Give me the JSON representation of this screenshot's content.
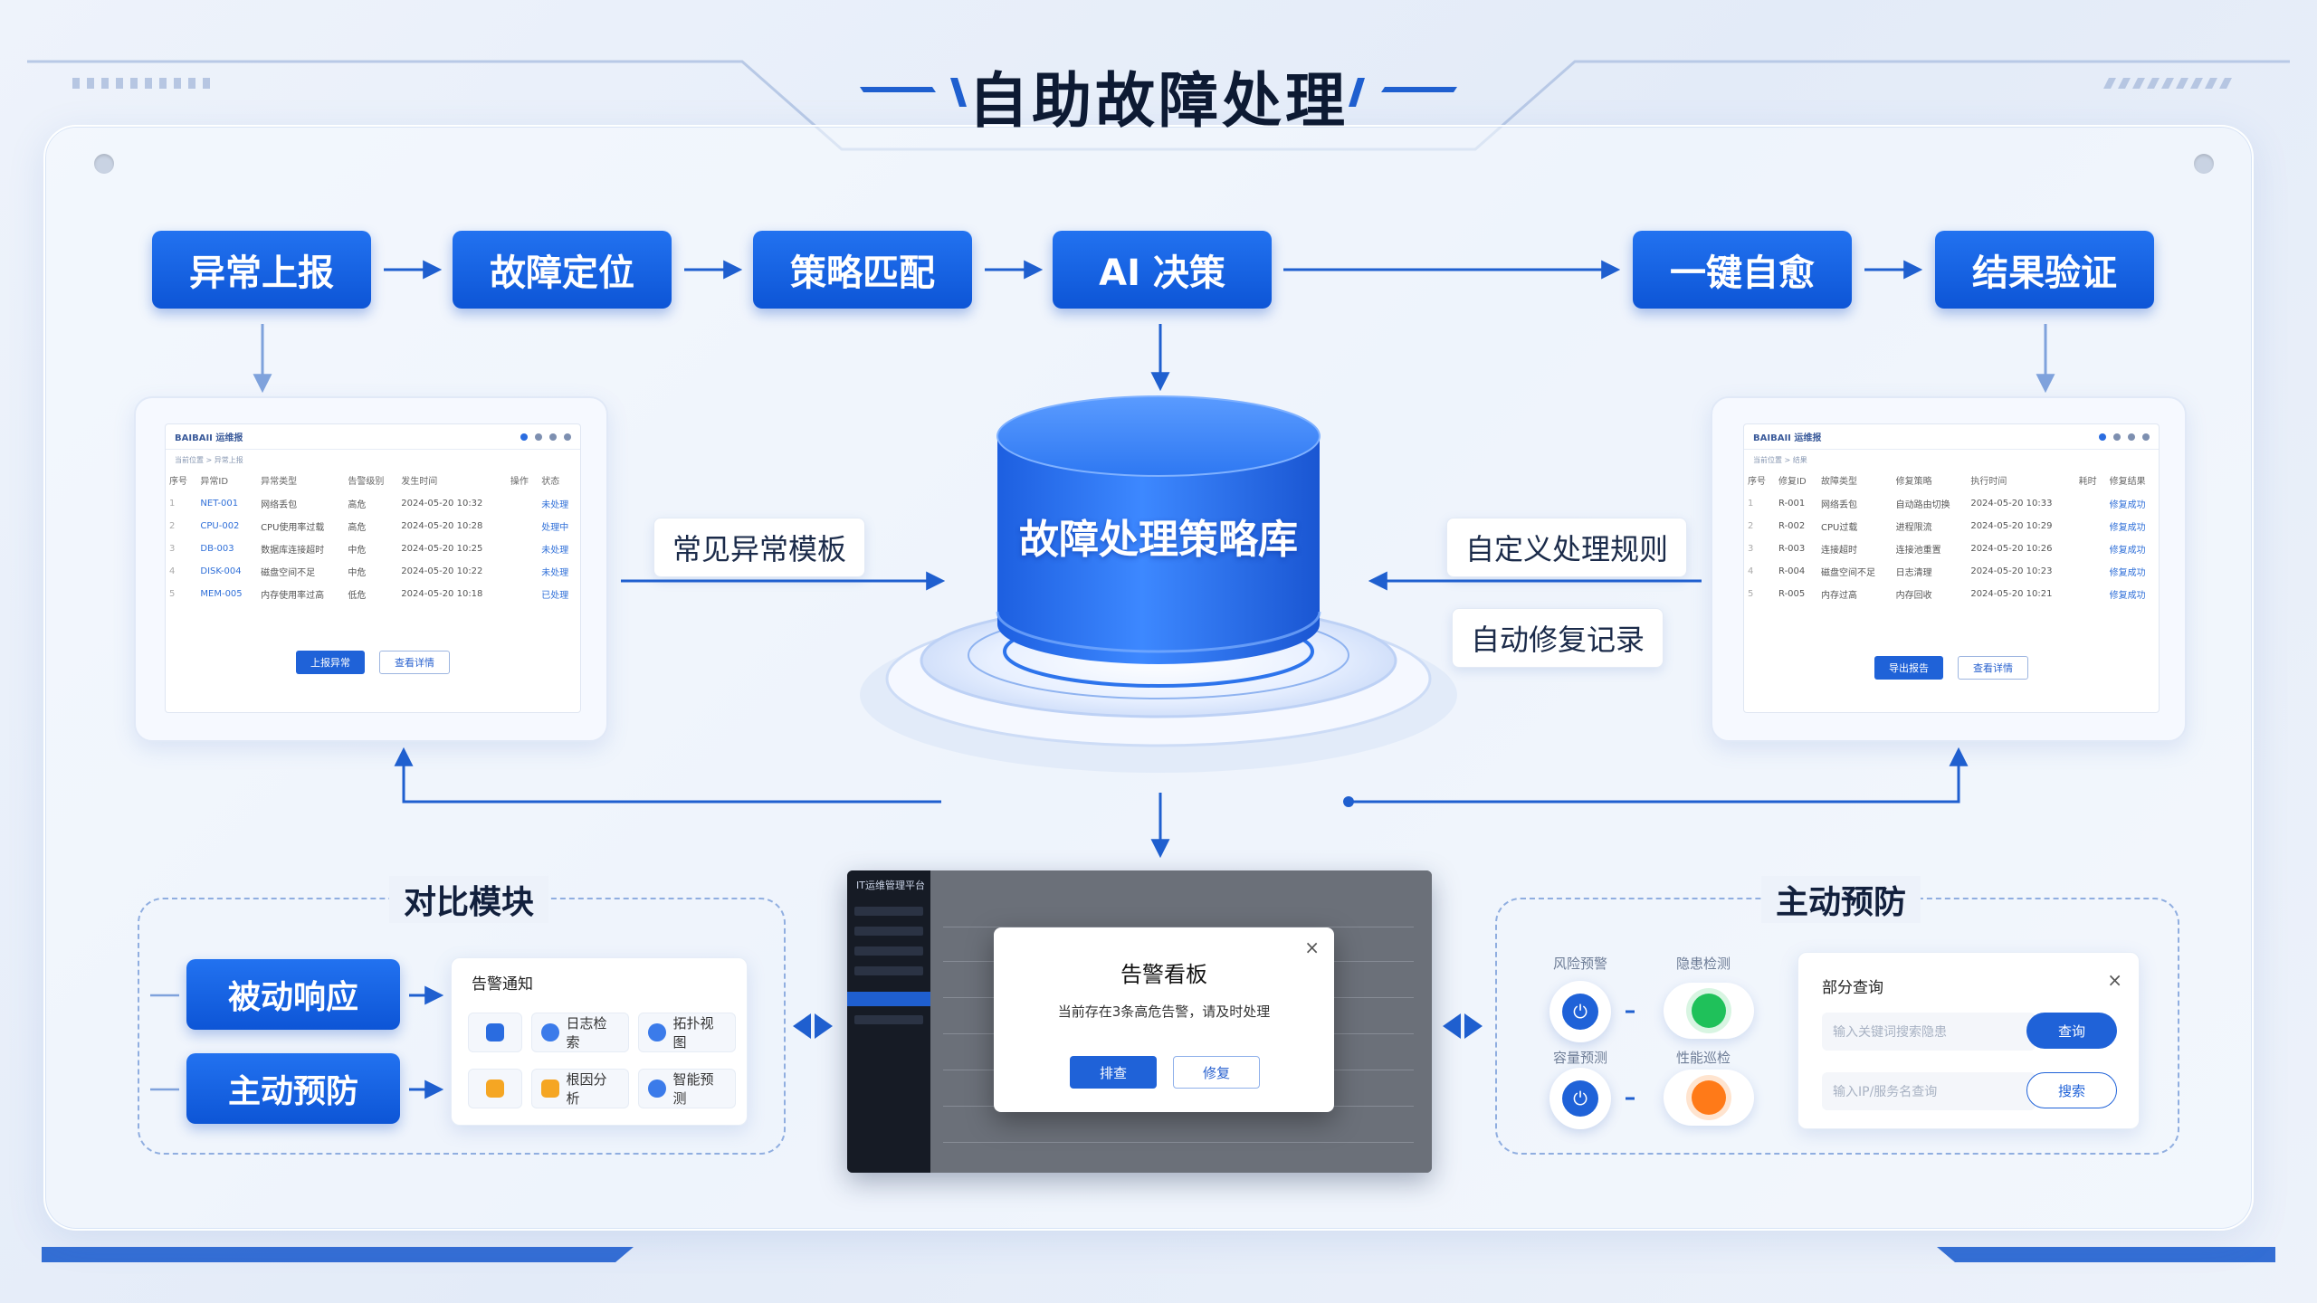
{
  "title": "自助故障处理",
  "flow": {
    "steps": [
      "异常上报",
      "故障定位",
      "策略匹配",
      "AI 决策",
      "一键自愈",
      "结果验证"
    ]
  },
  "center": {
    "library": "故障处理策略库",
    "left_chip": "常见异常模板",
    "right_chips": [
      "自定义处理规则",
      "自动修复记录"
    ]
  },
  "left_screen": {
    "brand": "BAIBAII 运维报",
    "sub": "当前位置  >  异常上报",
    "columns": [
      "序号",
      "异常ID",
      "异常类型",
      "告警级别",
      "发生时间",
      "操作",
      "状态"
    ],
    "rows": [
      {
        "n": "1",
        "id": "NET-001",
        "type": "网络丢包",
        "level": "高危",
        "time": "2024-05-20  10:32",
        "op": "",
        "status": "未处理"
      },
      {
        "n": "2",
        "id": "CPU-002",
        "type": "CPU使用率过载",
        "level": "高危",
        "time": "2024-05-20  10:28",
        "op": "",
        "status": "处理中"
      },
      {
        "n": "3",
        "id": "DB-003",
        "type": "数据库连接超时",
        "level": "中危",
        "time": "2024-05-20  10:25",
        "op": "",
        "status": "未处理"
      },
      {
        "n": "4",
        "id": "DISK-004",
        "type": "磁盘空间不足",
        "level": "中危",
        "time": "2024-05-20  10:22",
        "op": "",
        "status": "未处理"
      },
      {
        "n": "5",
        "id": "MEM-005",
        "type": "内存使用率过高",
        "level": "低危",
        "time": "2024-05-20  10:18",
        "op": "",
        "status": "已处理"
      }
    ],
    "buttons": [
      "上报异常",
      "查看详情"
    ]
  },
  "right_screen": {
    "brand": "BAIBAII 运维报",
    "sub": "当前位置  >  结果",
    "columns": [
      "序号",
      "修复ID",
      "故障类型",
      "修复策略",
      "执行时间",
      "耗时",
      "修复结果"
    ],
    "rows": [
      {
        "n": "1",
        "id": "R-001",
        "type": "网络丢包",
        "strategy": "自动路由切换",
        "time": "2024-05-20  10:33",
        "cost": "",
        "result": "修复成功"
      },
      {
        "n": "2",
        "id": "R-002",
        "type": "CPU过载",
        "strategy": "进程限流",
        "time": "2024-05-20  10:29",
        "cost": "",
        "result": "修复成功"
      },
      {
        "n": "3",
        "id": "R-003",
        "type": "连接超时",
        "strategy": "连接池重置",
        "time": "2024-05-20  10:26",
        "cost": "",
        "result": "修复成功"
      },
      {
        "n": "4",
        "id": "R-004",
        "type": "磁盘空间不足",
        "strategy": "日志清理",
        "time": "2024-05-20  10:23",
        "cost": "",
        "result": "修复成功"
      },
      {
        "n": "5",
        "id": "R-005",
        "type": "内存过高",
        "strategy": "内存回收",
        "time": "2024-05-20  10:21",
        "cost": "",
        "result": "修复成功"
      }
    ],
    "buttons": [
      "导出报告",
      "查看详情"
    ]
  },
  "compare": {
    "title": "对比模块",
    "buttons": [
      "被动响应",
      "主动预防"
    ],
    "card_title": "告警通知",
    "features": [
      "日志检索",
      "拓扑视图",
      "根因分析",
      "智能预测"
    ]
  },
  "dashboard": {
    "brand": "IT运维管理平台",
    "modal_title": "告警看板",
    "modal_text": "当前存在3条高危告警，请及时处理",
    "modal_buttons": [
      "排查",
      "修复"
    ]
  },
  "prevent": {
    "title": "主动预防",
    "labels": [
      "风险预警",
      "隐患检测",
      "容量预测",
      "性能巡检"
    ],
    "search_title": "部分查询",
    "search_placeholders": [
      "输入关键词搜索隐患",
      "输入IP/服务名查询"
    ],
    "search_buttons": [
      "查询",
      "搜索"
    ]
  },
  "colors": {
    "primary": "#0d55d6",
    "line": "#1f5fcf",
    "success": "#1fc15a",
    "warning": "#ff7a18"
  }
}
